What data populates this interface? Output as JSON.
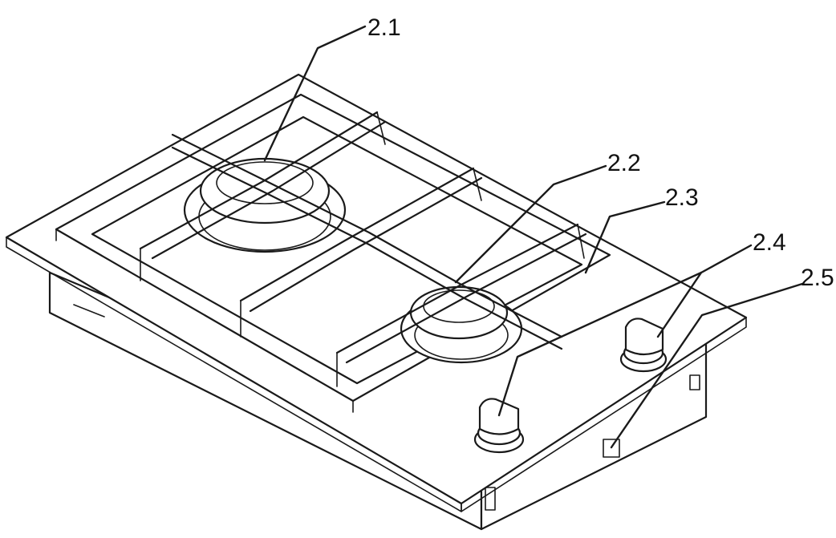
{
  "labels": {
    "l21": "2.1",
    "l22": "2.2",
    "l23": "2.3",
    "l24": "2.4",
    "l25": "2.5"
  },
  "colors": {
    "line": "#1a1a1a",
    "background": "#ffffff"
  }
}
